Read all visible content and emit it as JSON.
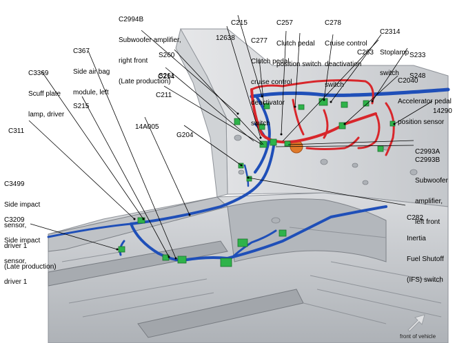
{
  "labels": {
    "C2994B": [
      "C2994B",
      "Subwoofer amplifier,",
      "right front",
      "(Late production)"
    ],
    "C215": [
      "C215"
    ],
    "C257": [
      "C257",
      "Clutch pedal",
      "position switch"
    ],
    "C278": [
      "C278",
      "Cruise control",
      "deactivation",
      "switch"
    ],
    "C2314": [
      "C2314",
      "Stoplamp",
      "switch"
    ],
    "12638": [
      "12638"
    ],
    "C277": [
      "C277",
      "Clutch pedal",
      "cruise control",
      "deactivator",
      "switch"
    ],
    "C263": [
      "C263"
    ],
    "S233": [
      "S233",
      "S248"
    ],
    "C367": [
      "C367",
      "Side air bag",
      "module, left"
    ],
    "S260": [
      "S260",
      "S261"
    ],
    "C3369": [
      "C3369",
      "Scuff plate",
      "lamp, driver"
    ],
    "C214": [
      "C214"
    ],
    "C2040": [
      "C2040",
      "Accelerator pedal",
      "position sensor"
    ],
    "C211": [
      "C211"
    ],
    "S215": [
      "S215"
    ],
    "14290": [
      "14290"
    ],
    "14A005": [
      "14A005"
    ],
    "C311": [
      "C311"
    ],
    "G204": [
      "G204"
    ],
    "C2993A": [
      "C2993A"
    ],
    "C2993B": [
      "C2993B",
      "Subwoofer",
      "amplifier,",
      "left front"
    ],
    "C3499": [
      "C3499",
      "Side impact",
      "sensor,",
      "driver 1",
      "(Late production)"
    ],
    "C3209": [
      "C3209",
      "Side impact",
      "sensor,",
      "driver 1"
    ],
    "C282": [
      "C282",
      "Inertia",
      "Fuel Shutoff",
      "(IFS) switch"
    ]
  },
  "front_caption": "front of vehicle",
  "colors": {
    "harness_blue": "#1f4fb8",
    "harness_red": "#d8262b",
    "connector_green": "#2fb34a",
    "body_gray": "#c9ccd0",
    "leader": "#000000"
  },
  "icons": {
    "front_arrow": "diagonal-arrow-icon"
  }
}
